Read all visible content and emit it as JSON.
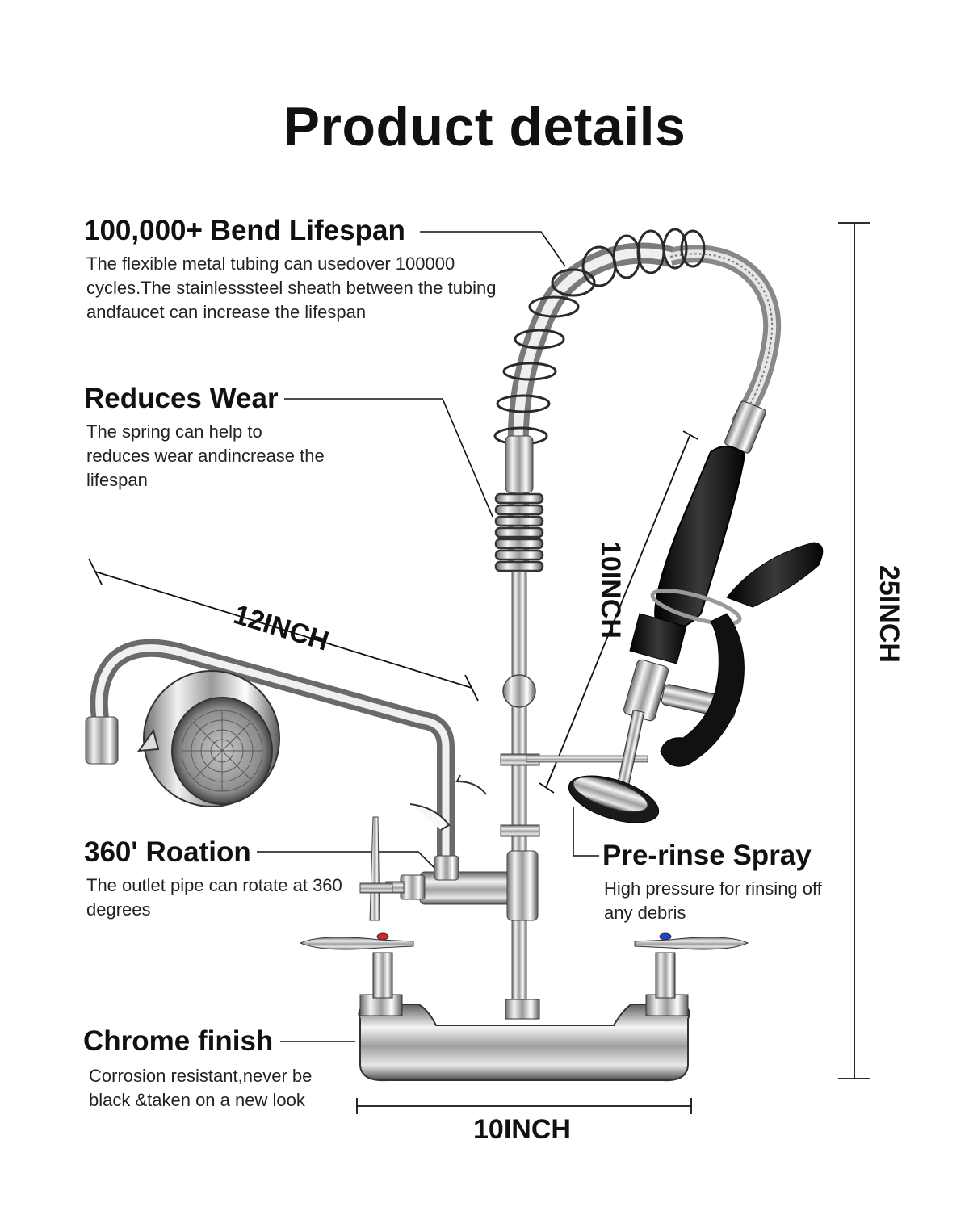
{
  "title": "Product details",
  "features": {
    "bend": {
      "title": "100,000+ Bend Lifespan",
      "desc": "The flexible metal tubing can usedover 100000 cycles.The stainlesssteel sheath between the tubing andfaucet can increase the lifespan"
    },
    "wear": {
      "title": "Reduces Wear",
      "desc": "The spring can help to reduces wear andincrease the lifespan"
    },
    "rotation": {
      "title": "360' Roation",
      "desc": "The outlet pipe can rotate at 360 degrees"
    },
    "chrome": {
      "title": "Chrome finish",
      "desc": "Corrosion resistant,never be black &taken on a new look"
    },
    "spray": {
      "title": "Pre-rinse Spray",
      "desc": "High pressure for rinsing off any debris"
    }
  },
  "dimensions": {
    "spout": "12INCH",
    "hose": "10INCH",
    "height": "25INCH",
    "width": "10INCH"
  },
  "colors": {
    "hot_indicator": "#d0262a",
    "cold_indicator": "#2044c8",
    "handle": "#1a1a1a"
  }
}
